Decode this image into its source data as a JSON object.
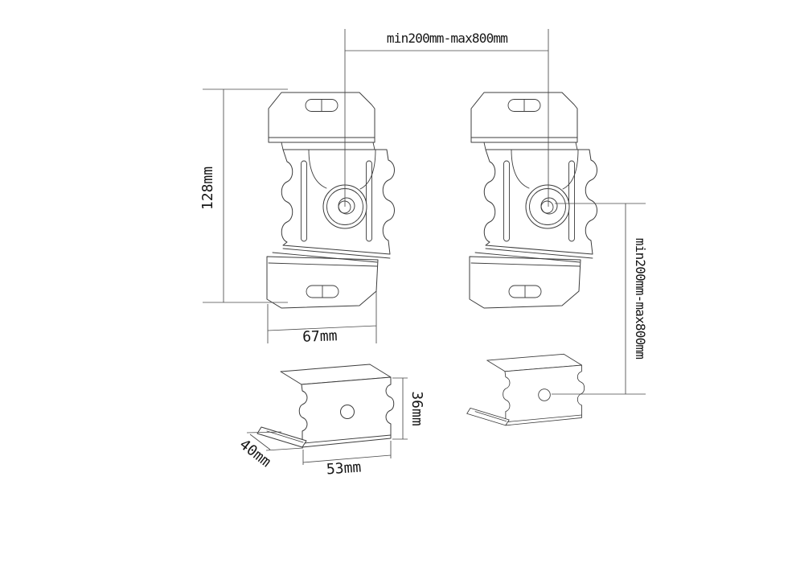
{
  "canvas": {
    "background": "#ffffff",
    "line_color": "#3c3c3c",
    "dim_line_color": "#4a4a4a",
    "text_color": "#151515"
  },
  "dimensions": {
    "horizontal_span": "min200mm-max800mm",
    "vertical_span": "min200mm-max800mm",
    "bracket_height": "128mm",
    "bracket_width": "67mm",
    "clamp_height": "36mm",
    "clamp_depth": "40mm",
    "clamp_width": "53mm"
  }
}
